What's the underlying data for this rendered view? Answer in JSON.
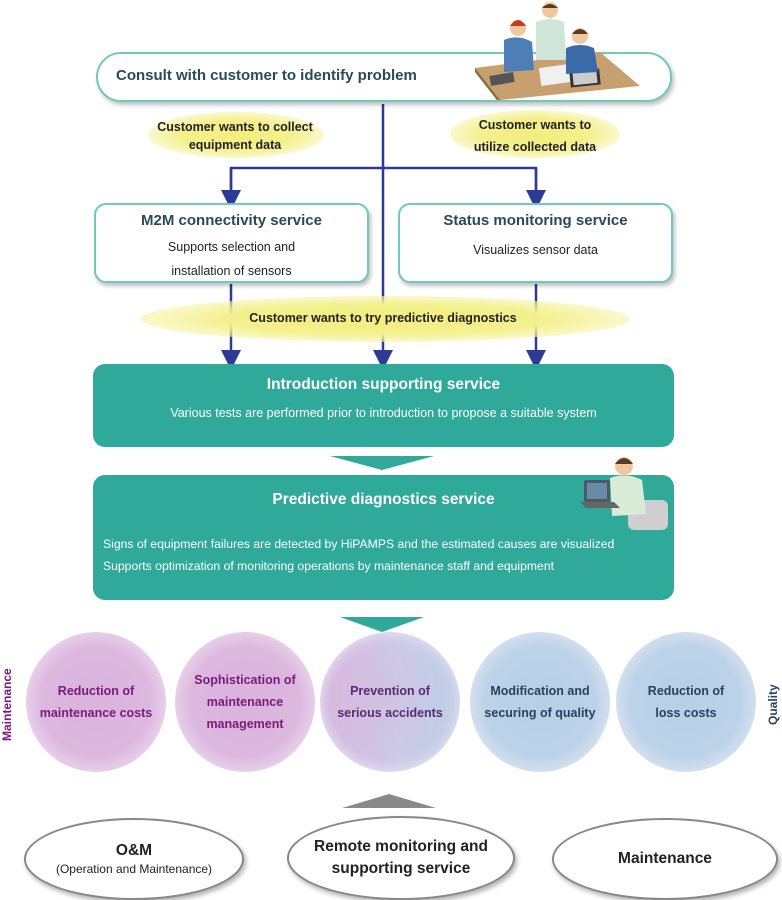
{
  "consult": {
    "label": "Consult with customer to identify problem"
  },
  "needs": {
    "collect": [
      "Customer wants to collect",
      "equipment data"
    ],
    "utilize": [
      "Customer wants to",
      "utilize collected data"
    ],
    "predictive": "Customer wants to try predictive diagnostics"
  },
  "m2m": {
    "title": "M2M connectivity service",
    "lines": [
      "Supports selection and",
      "installation of sensors"
    ]
  },
  "status": {
    "title": "Status monitoring service",
    "desc": "Visualizes sensor data"
  },
  "intro": {
    "title": "Introduction supporting service",
    "desc": "Various tests are performed prior to introduction to propose a suitable system"
  },
  "predictive": {
    "title": "Predictive diagnostics service",
    "lines": [
      "Signs of equipment failures are detected by HiPAMPS and the estimated causes are visualized",
      "Supports optimization of monitoring operations by maintenance staff and equipment"
    ]
  },
  "benefits": [
    {
      "l1": "Reduction of",
      "l2": "maintenance costs"
    },
    {
      "l1": "Sophistication of",
      "l2": "maintenance management"
    },
    {
      "l1": "Prevention of",
      "l2": "serious accidents"
    },
    {
      "l1": "Modification and",
      "l2": "securing of quality"
    },
    {
      "l1": "Reduction of",
      "l2": "loss costs"
    }
  ],
  "side_labels": {
    "left": "Maintenance",
    "right": "Quality"
  },
  "bottom": {
    "om_title": "O&M",
    "om_sub": "(Operation and Maintenance)",
    "remote": [
      "Remote monitoring and",
      "supporting service"
    ],
    "maintenance": "Maintenance"
  },
  "colors": {
    "teal": "#2fa99a",
    "outline": "#6fc9bd",
    "arrow": "#2e3a93",
    "maint_text": "#7a1a7a",
    "quality_text": "#2b4160"
  }
}
